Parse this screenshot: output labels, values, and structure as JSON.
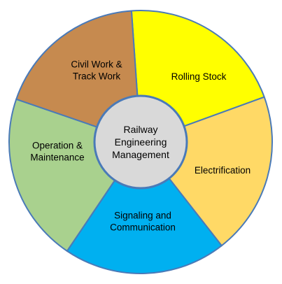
{
  "diagram": {
    "center": {
      "lines": [
        "Railway",
        "Engineering",
        "Management"
      ]
    },
    "segments": [
      {
        "name": "rolling-stock",
        "lines": [
          "Rolling Stock"
        ],
        "color": "#ffff00"
      },
      {
        "name": "electrification",
        "lines": [
          "Electrification"
        ],
        "color": "#ffd966"
      },
      {
        "name": "signaling-communication",
        "lines": [
          "Signaling and",
          "Communication"
        ],
        "color": "#00b0f0"
      },
      {
        "name": "operation-maintenance",
        "lines": [
          "Operation &",
          "Maintenance"
        ],
        "color": "#a9d18e"
      },
      {
        "name": "civil-track-work",
        "lines": [
          "Civil Work &",
          "Track Work"
        ],
        "color": "#c68a4f"
      }
    ],
    "colors": {
      "center_fill": "#d9d9d9",
      "stroke": "#4a7ab8"
    }
  }
}
